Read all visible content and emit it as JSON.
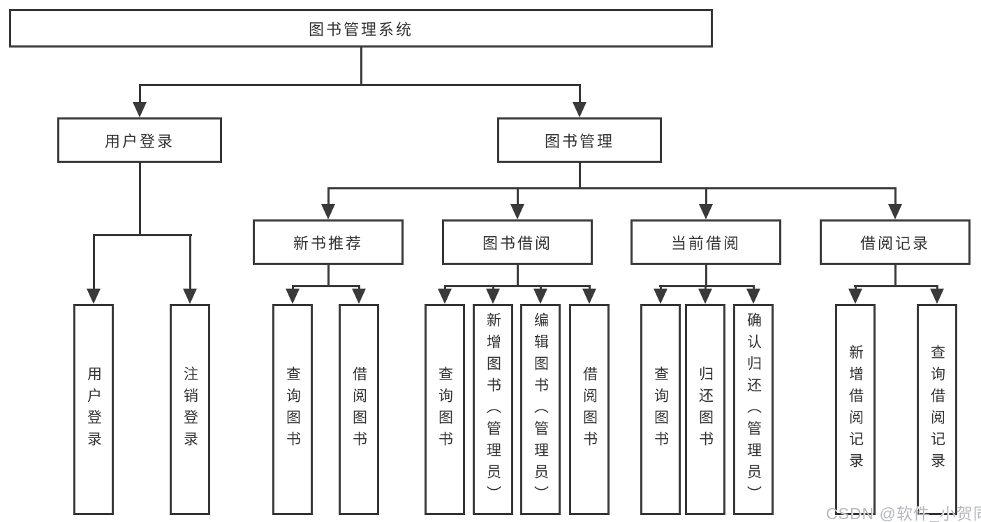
{
  "tree": {
    "root": {
      "label": "图书管理系统"
    },
    "login": {
      "label": "用户登录",
      "children": [
        {
          "label": "用户登录"
        },
        {
          "label": "注销登录"
        }
      ]
    },
    "management": {
      "label": "图书管理",
      "sections": [
        {
          "label": "新书推荐",
          "children": [
            {
              "label": "查询图书"
            },
            {
              "label": "借阅图书"
            }
          ]
        },
        {
          "label": "图书借阅",
          "children": [
            {
              "label": "查询图书"
            },
            {
              "label": "新增图书（管理员）"
            },
            {
              "label": "编辑图书（管理员）"
            },
            {
              "label": "借阅图书"
            }
          ]
        },
        {
          "label": "当前借阅",
          "children": [
            {
              "label": "查询图书"
            },
            {
              "label": "归还图书"
            },
            {
              "label": "确认归还（管理员）"
            }
          ]
        },
        {
          "label": "借阅记录",
          "children": [
            {
              "label": "新增借阅记录"
            },
            {
              "label": "查询借阅记录"
            }
          ]
        }
      ]
    }
  },
  "watermark": {
    "text": "CSDN @软件_小贺同学"
  },
  "colors": {
    "line": "#3a3a3a",
    "text": "#333333",
    "watermark": "#b5b8bc",
    "background": "#ffffff"
  }
}
